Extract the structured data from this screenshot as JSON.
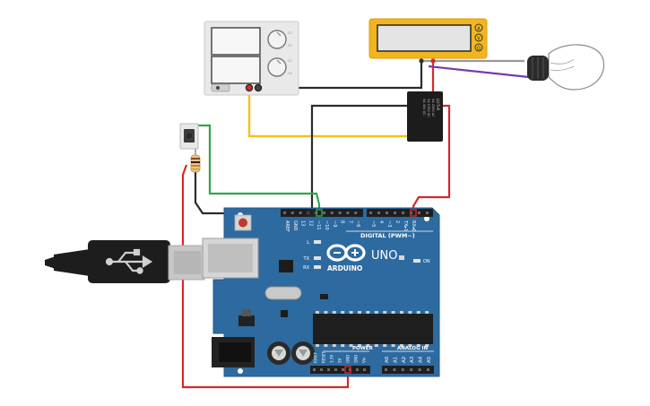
{
  "arduino": {
    "brand": "ARDUINO",
    "model": "UNO",
    "header_digital": "DIGITAL (PWM~)",
    "header_power": "POWER",
    "header_analog": "ANALOG IN",
    "on_label": "ON",
    "led_l": "L",
    "led_tx": "TX",
    "led_rx": "RX",
    "pins_top": [
      "AREF",
      "GND",
      "13",
      "12",
      "~11",
      "~10",
      "~9",
      "8",
      "7",
      "~6",
      "~5",
      "4",
      "~3",
      "2",
      "TX▸1",
      "RX◂0"
    ],
    "pins_power": [
      "IOREF",
      "RESET",
      "3.3V",
      "5V",
      "GND",
      "GND",
      "Vin"
    ],
    "pins_analog": [
      "A0",
      "A1",
      "A2",
      "A3",
      "A4",
      "A5"
    ]
  },
  "relay": {
    "label_lines": [
      "LU-5-R",
      "5A 250V AC",
      "5A 125V AC",
      "5A 30V DC"
    ]
  },
  "multimeter": {
    "mode_labels": [
      "A",
      "V",
      "Ω"
    ]
  },
  "power_supply": {
    "knob_labels": [
      "CC",
      "CV",
      "CC",
      "CV"
    ]
  },
  "colors": {
    "board": "#2d6aa0",
    "board_dark": "#1f4f7a",
    "wire_red": "#d32a2a",
    "wire_black": "#2b2b2b",
    "wire_yellow": "#f2c11c",
    "wire_green": "#2fa84a",
    "wire_purple": "#7a3aa8",
    "wire_gray": "#9a9a9a",
    "multimeter": "#f2b51d"
  }
}
